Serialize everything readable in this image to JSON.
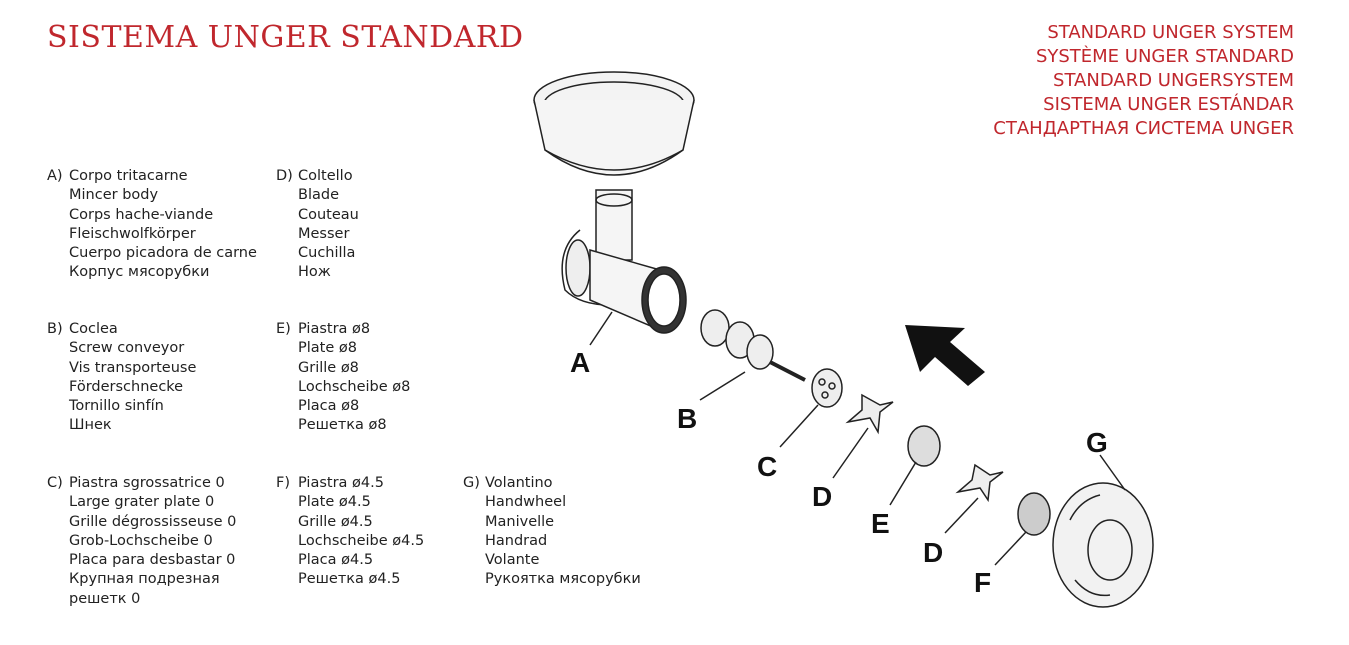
{
  "title": "SISTEMA UNGER STANDARD",
  "subtitles": [
    "STANDARD UNGER SYSTEM",
    "SYSTÈME UNGER STANDARD",
    "STANDARD UNGERSYSTEM",
    "SISTEMA UNGER ESTÁNDAR",
    "СТАНДАРТНАЯ СИСТЕМА UNGER"
  ],
  "parts": [
    {
      "letter": "A)",
      "names": [
        "Corpo tritacarne",
        "Mincer body",
        "Corps hache-viande",
        "Fleischwolfkörper",
        "Cuerpo picadora de carne",
        "Корпус мясорубки"
      ]
    },
    {
      "letter": "B)",
      "names": [
        "Coclea",
        "Screw conveyor",
        "Vis transporteuse",
        "Förderschnecke",
        "Tornillo sinfín",
        "Шнек"
      ]
    },
    {
      "letter": "C)",
      "names": [
        "Piastra sgrossatrice 0",
        "Large grater plate 0",
        "Grille dégrossisseuse 0",
        "Grob-Lochscheibe 0",
        "Placa para desbastar 0",
        "Крупная подрезная",
        "решетк 0"
      ]
    },
    {
      "letter": "D)",
      "names": [
        "Coltello",
        "Blade",
        "Couteau",
        "Messer",
        "Cuchilla",
        "Нож"
      ]
    },
    {
      "letter": "E)",
      "names": [
        "Piastra ø8",
        "Plate ø8",
        "Grille ø8",
        "Lochscheibe ø8",
        "Placa ø8",
        "Решетка ø8"
      ]
    },
    {
      "letter": "F)",
      "names": [
        "Piastra ø4.5",
        "Plate ø4.5",
        "Grille ø4.5",
        "Lochscheibe ø4.5",
        "Placa ø4.5",
        "Решетка ø4.5"
      ]
    },
    {
      "letter": "G)",
      "names": [
        "Volantino",
        "Handwheel",
        "Manivelle",
        "Handrad",
        "Volante",
        "Рукоятка мясорубки"
      ]
    }
  ],
  "diagram_labels": {
    "a": "A",
    "b": "B",
    "c": "C",
    "d1": "D",
    "e": "E",
    "d2": "D",
    "f": "F",
    "g": "G"
  },
  "colors": {
    "accent": "#c0272d"
  }
}
